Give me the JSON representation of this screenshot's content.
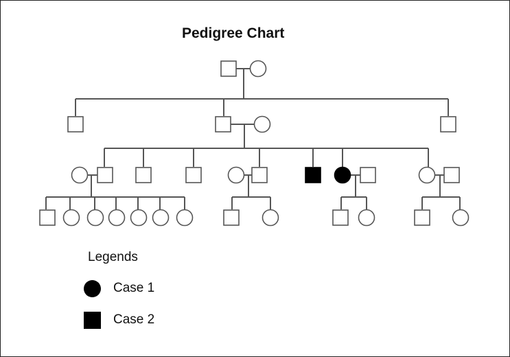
{
  "title": "Pedigree Chart",
  "legend": {
    "heading": "Legends",
    "items": [
      {
        "label": "Case 1",
        "symbol": "circle",
        "fill": "#000000"
      },
      {
        "label": "Case 2",
        "symbol": "square",
        "fill": "#000000"
      }
    ]
  },
  "colors": {
    "line": "#555555",
    "affected": "#000000",
    "unaffected": "#ffffff"
  },
  "pedigree": {
    "generations": [
      {
        "members": [
          "male",
          "female"
        ]
      },
      {
        "members": [
          "male",
          "male",
          "female",
          "male"
        ]
      },
      {
        "members": [
          "female",
          "male",
          "male",
          "male",
          "female",
          "male",
          "male-affected",
          "female-affected",
          "male",
          "female",
          "male"
        ]
      },
      {
        "members": [
          "male",
          "female",
          "female",
          "female",
          "female",
          "female",
          "female",
          "male",
          "female",
          "male",
          "female",
          "male",
          "female"
        ]
      }
    ]
  }
}
